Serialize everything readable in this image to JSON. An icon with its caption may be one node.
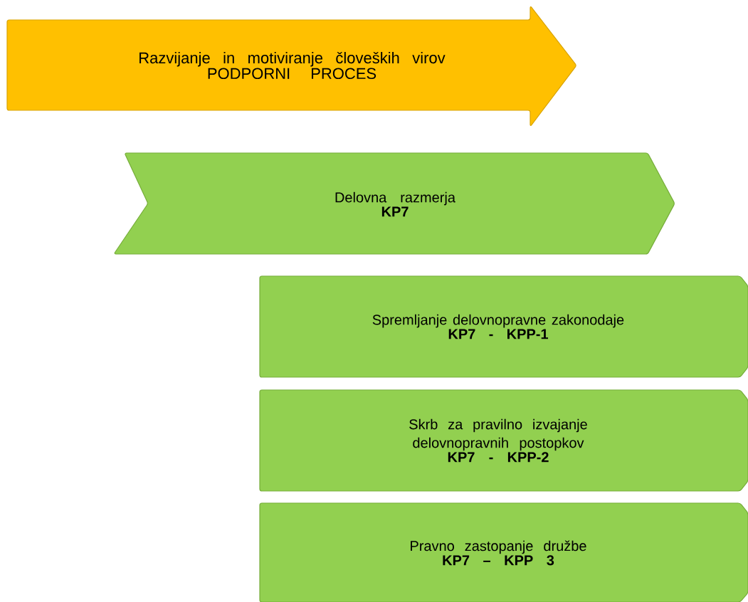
{
  "diagram": {
    "nodes": [
      {
        "text": [
          "Razvijanje in motiviranje človeških virov",
          "PODPORNI PROCES"
        ]
      },
      {
        "text": [
          "Delovna razmerja",
          "KP7"
        ]
      },
      {
        "text": [
          "Spremljanje delovnopravne zakonodaje",
          "KP7 - KPP-1"
        ]
      },
      {
        "text": [
          "Skrb za pravilno izvajanje delovnopravnih postopkov",
          "KP7 - KPP-2"
        ]
      },
      {
        "text": [
          "Pravno zastopanje družbe",
          "KP7 – KPP 3"
        ]
      }
    ]
  }
}
